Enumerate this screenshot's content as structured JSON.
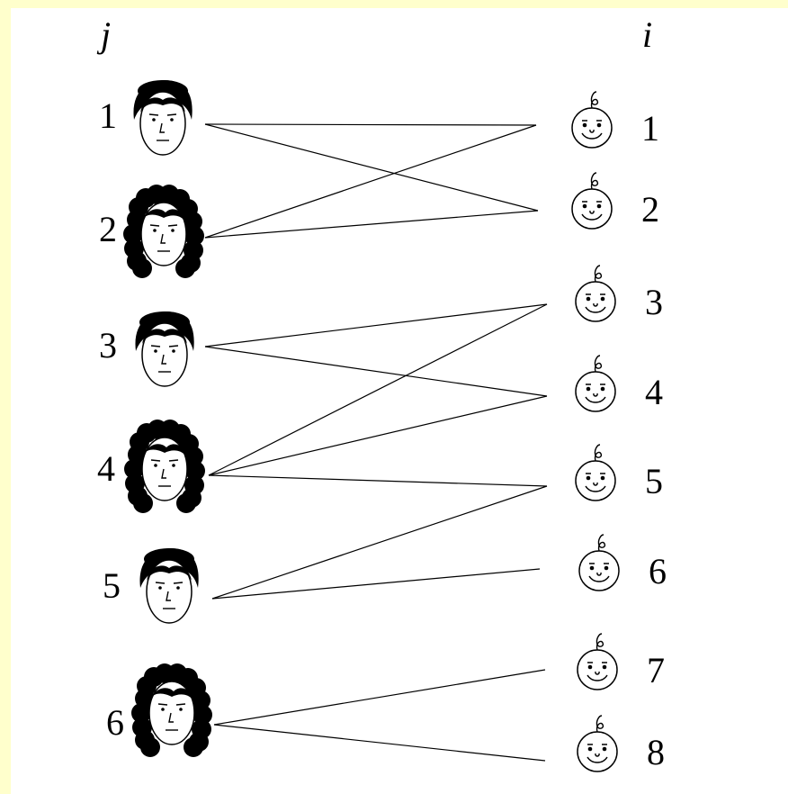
{
  "headers": {
    "parents": "j",
    "children": "i"
  },
  "parents": [
    {
      "label": "1",
      "hair": "short"
    },
    {
      "label": "2",
      "hair": "curly"
    },
    {
      "label": "3",
      "hair": "short"
    },
    {
      "label": "4",
      "hair": "curly"
    },
    {
      "label": "5",
      "hair": "short"
    },
    {
      "label": "6",
      "hair": "curly"
    }
  ],
  "children": [
    {
      "label": "1"
    },
    {
      "label": "2"
    },
    {
      "label": "3"
    },
    {
      "label": "4"
    },
    {
      "label": "5"
    },
    {
      "label": "6"
    },
    {
      "label": "7"
    },
    {
      "label": "8"
    }
  ],
  "edges": [
    {
      "parent": "1",
      "child": "1"
    },
    {
      "parent": "1",
      "child": "2"
    },
    {
      "parent": "2",
      "child": "1"
    },
    {
      "parent": "2",
      "child": "2"
    },
    {
      "parent": "3",
      "child": "3"
    },
    {
      "parent": "3",
      "child": "4"
    },
    {
      "parent": "4",
      "child": "3"
    },
    {
      "parent": "4",
      "child": "4"
    },
    {
      "parent": "4",
      "child": "5"
    },
    {
      "parent": "5",
      "child": "5"
    },
    {
      "parent": "5",
      "child": "6"
    },
    {
      "parent": "6",
      "child": "7"
    },
    {
      "parent": "6",
      "child": "8"
    }
  ],
  "colors": {
    "background": "#ffffcc",
    "panel": "#ffffff",
    "ink": "#000000"
  }
}
